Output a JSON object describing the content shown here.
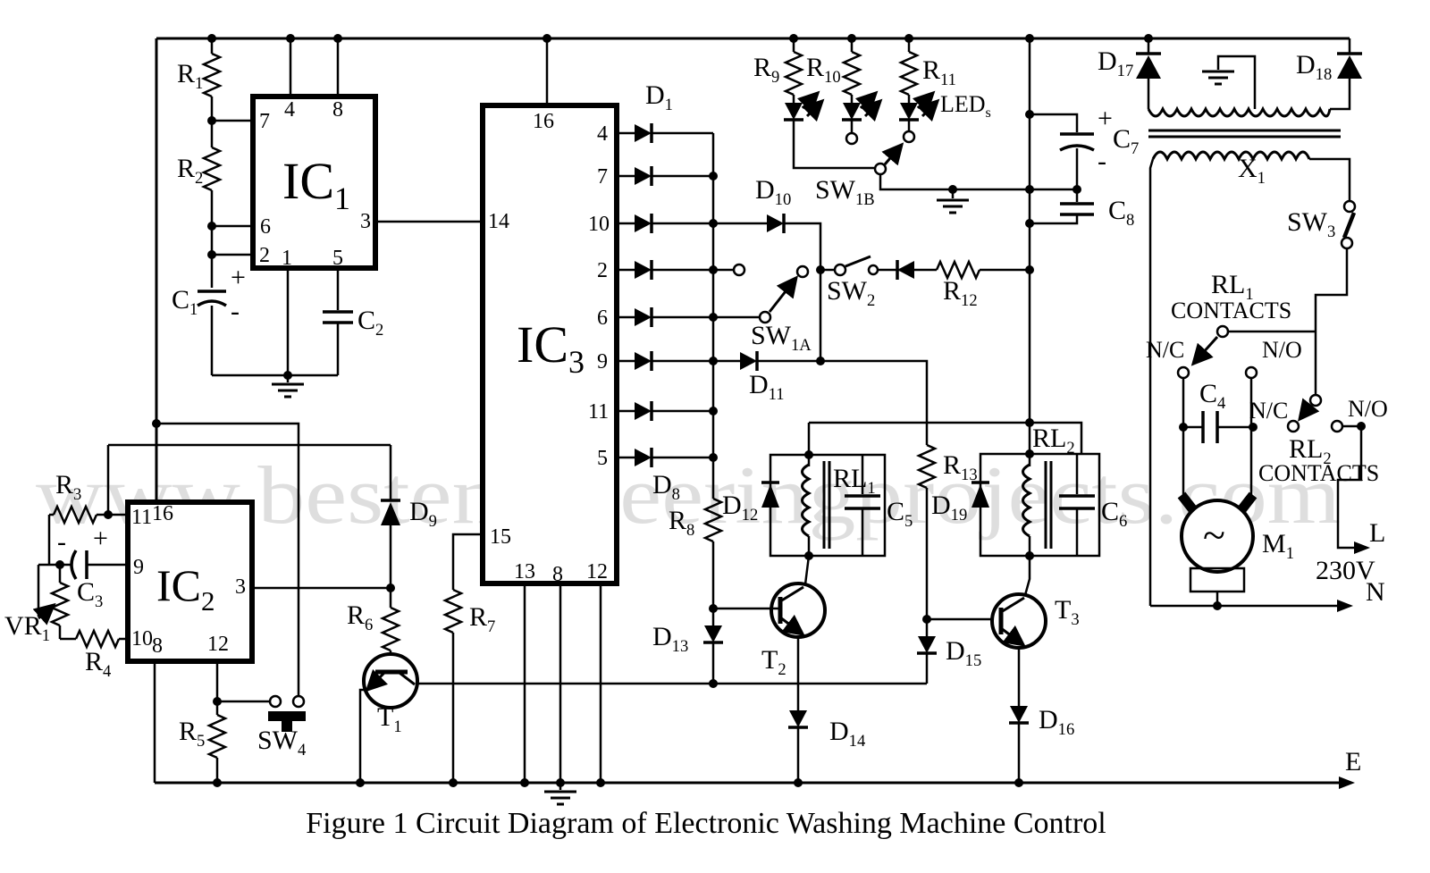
{
  "title": "Figure 1 Circuit Diagram of Electronic Washing Machine Control",
  "watermark": "www.bestengineeringprojects.com",
  "labels": {
    "ic1": {
      "t": "IC",
      "s": "1"
    },
    "ic2": {
      "t": "IC",
      "s": "2"
    },
    "ic3": {
      "t": "IC",
      "s": "3"
    },
    "r1": {
      "t": "R",
      "s": "1"
    },
    "r2": {
      "t": "R",
      "s": "2"
    },
    "r3": {
      "t": "R",
      "s": "3"
    },
    "r4": {
      "t": "R",
      "s": "4"
    },
    "r5": {
      "t": "R",
      "s": "5"
    },
    "r6": {
      "t": "R",
      "s": "6"
    },
    "r7": {
      "t": "R",
      "s": "7"
    },
    "r8": {
      "t": "R",
      "s": "8"
    },
    "r9": {
      "t": "R",
      "s": "9"
    },
    "r10": {
      "t": "R",
      "s": "10"
    },
    "r11": {
      "t": "R",
      "s": "11"
    },
    "r12": {
      "t": "R",
      "s": "12"
    },
    "r13": {
      "t": "R",
      "s": "13"
    },
    "c1": {
      "t": "C",
      "s": "1"
    },
    "c2": {
      "t": "C",
      "s": "2"
    },
    "c3": {
      "t": "C",
      "s": "3"
    },
    "c4": {
      "t": "C",
      "s": "4"
    },
    "c5": {
      "t": "C",
      "s": "5"
    },
    "c6": {
      "t": "C",
      "s": "6"
    },
    "c7": {
      "t": "C",
      "s": "7"
    },
    "c8": {
      "t": "C",
      "s": "8"
    },
    "d1": {
      "t": "D",
      "s": "1"
    },
    "d8": {
      "t": "D",
      "s": "8"
    },
    "d9": {
      "t": "D",
      "s": "9"
    },
    "d10": {
      "t": "D",
      "s": "10"
    },
    "d11": {
      "t": "D",
      "s": "11"
    },
    "d12": {
      "t": "D",
      "s": "12"
    },
    "d13": {
      "t": "D",
      "s": "13"
    },
    "d14": {
      "t": "D",
      "s": "14"
    },
    "d15": {
      "t": "D",
      "s": "15"
    },
    "d16": {
      "t": "D",
      "s": "16"
    },
    "d17": {
      "t": "D",
      "s": "17"
    },
    "d18": {
      "t": "D",
      "s": "18"
    },
    "d19": {
      "t": "D",
      "s": "19"
    },
    "t1": {
      "t": "T",
      "s": "1"
    },
    "t2": {
      "t": "T",
      "s": "2"
    },
    "t3": {
      "t": "T",
      "s": "3"
    },
    "vr1": {
      "t": "VR",
      "s": "1"
    },
    "sw1a": {
      "t": "SW",
      "s": "1A"
    },
    "sw1b": {
      "t": "SW",
      "s": "1B"
    },
    "sw2": {
      "t": "SW",
      "s": "2"
    },
    "sw3": {
      "t": "SW",
      "s": "3"
    },
    "sw4": {
      "t": "SW",
      "s": "4"
    },
    "leds": {
      "t": "LED",
      "s": "s"
    },
    "rl1": {
      "t": "RL",
      "s": "1"
    },
    "rl2": {
      "t": "RL",
      "s": "2"
    },
    "x1": {
      "t": "X",
      "s": "1"
    },
    "m1": {
      "t": "M",
      "s": "1"
    },
    "nc": "N/C",
    "no": "N/O",
    "contacts": "CONTACTS",
    "l": "L",
    "n": "N",
    "e": "E",
    "v230": "230V",
    "plus": "+",
    "minus": "-",
    "tilde": "~"
  },
  "ic1_pins": {
    "p7": "7",
    "p4": "4",
    "p8": "8",
    "p6": "6",
    "p2": "2",
    "p1": "1",
    "p5": "5",
    "p3": "3"
  },
  "ic2_pins": {
    "p11": "11",
    "p16": "16",
    "p9": "9",
    "p3": "3",
    "p10": "10",
    "p8": "8",
    "p12": "12"
  },
  "ic3_pins": {
    "p16": "16",
    "p14": "14",
    "p4": "4",
    "p7": "7",
    "p10": "10",
    "p2": "2",
    "p6": "6",
    "p9": "9",
    "p11": "11",
    "p5": "5",
    "p15": "15",
    "p13": "13",
    "p8": "8",
    "p12": "12"
  }
}
